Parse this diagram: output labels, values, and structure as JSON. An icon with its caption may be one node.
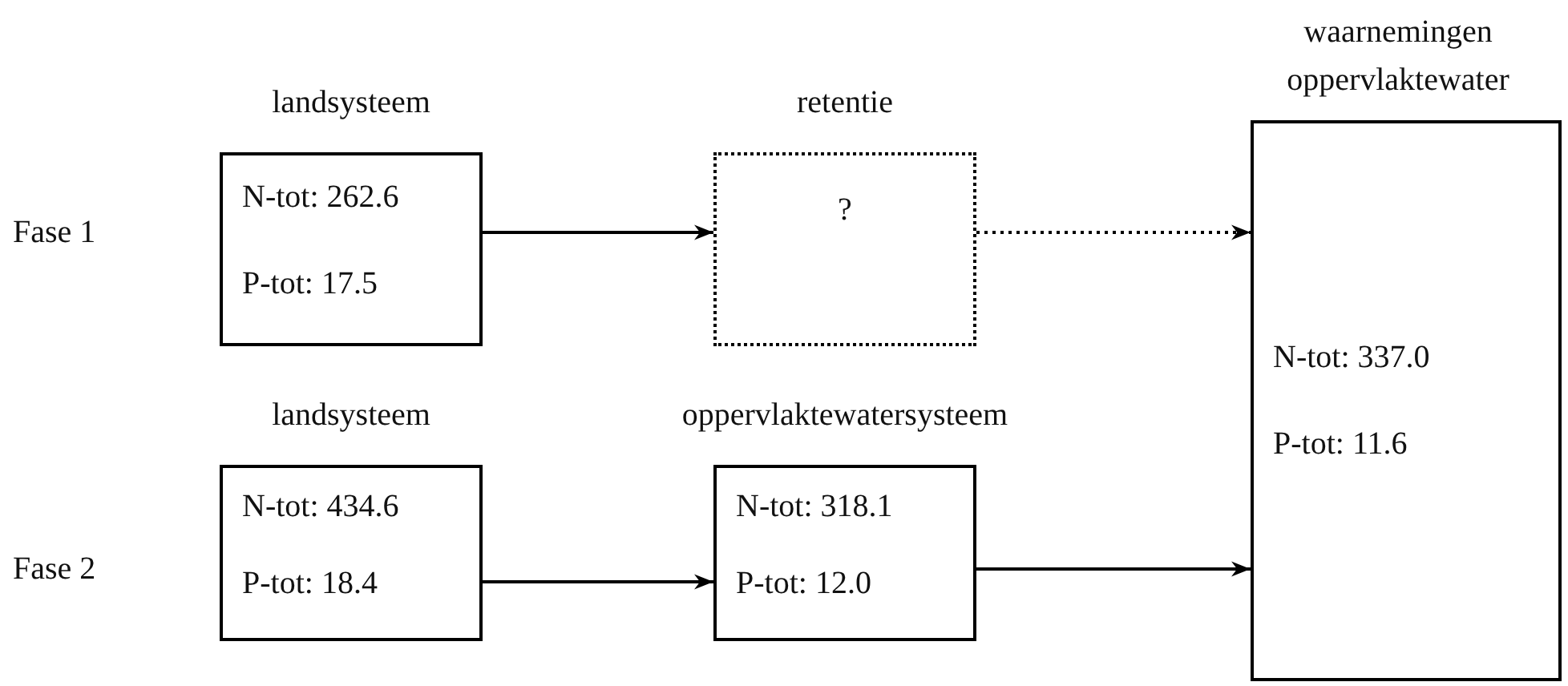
{
  "diagram": {
    "nodes": [
      {
        "text": [
          "landsysteem",
          "N-tot: 262.6",
          "P-tot: 17.5"
        ]
      },
      {
        "text": [
          "retentie",
          "?"
        ]
      },
      {
        "text": [
          "waarnemingen oppervlaktewater",
          "N-tot: 337.0",
          "P-tot: 11.6"
        ]
      },
      {
        "text": [
          "landsysteem",
          "N-tot: 434.6",
          "P-tot: 18.4"
        ]
      },
      {
        "text": [
          "oppervlaktewatersysteem",
          "N-tot: 318.1",
          "P-tot: 12.0"
        ]
      }
    ],
    "edges": [
      {
        "from": 0,
        "to": 1,
        "arrow": "to"
      },
      {
        "from": 1,
        "to": 2,
        "arrow": "to",
        "style": "dashed"
      },
      {
        "from": 3,
        "to": 4,
        "arrow": "to"
      },
      {
        "from": 4,
        "to": 2,
        "arrow": "to"
      }
    ],
    "labels": [
      "Fase 1",
      "Fase 2"
    ]
  }
}
